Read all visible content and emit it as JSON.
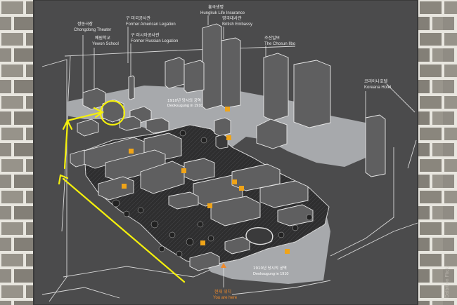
{
  "labels": {
    "chongdong_theater": {
      "ko": "정동극장",
      "en": "Chongdong Theater"
    },
    "yewon_school": {
      "ko": "예원학교",
      "en": "Yewon School"
    },
    "american_legation": {
      "ko": "구 미국공사관",
      "en": "Former American Legation"
    },
    "russian_legation": {
      "ko": "구 러시아공사관",
      "en": "Former Russian Legation"
    },
    "hungkuk": {
      "ko": "흥국생명",
      "en": "Hungkuk Life Insurance"
    },
    "british_embassy": {
      "ko": "영국대사관",
      "en": "British Embassy"
    },
    "chosun_ilbo": {
      "ko": "조선일보",
      "en": "The Chosun Ilbo"
    },
    "koreana_hotel": {
      "ko": "코리아나호텔",
      "en": "Koreana Hotel"
    }
  },
  "areas": {
    "upper": {
      "ko": "1910년 당시의 궁역",
      "en": "Deoksugung in 1910"
    },
    "lower": {
      "ko": "1910년 당시의 궁역",
      "en": "Deoksugung in 1910"
    }
  },
  "you_are_here": {
    "ko": "현재 위치",
    "en": "You are here"
  },
  "watermark": "Dalbit on Flickr",
  "colors": {
    "panel": "#4a4a4b",
    "area_highlight": "#a6a8ab",
    "palace_ground": "#2f2f30",
    "arrow": "#f4f00c",
    "marker": "#f0a418",
    "you_are_here": "#f08a2a",
    "wall_stone": "#8b8780"
  },
  "icons": [
    "yellow-route-arrow",
    "highlight-circle",
    "you-are-here-marker",
    "info-markers"
  ]
}
